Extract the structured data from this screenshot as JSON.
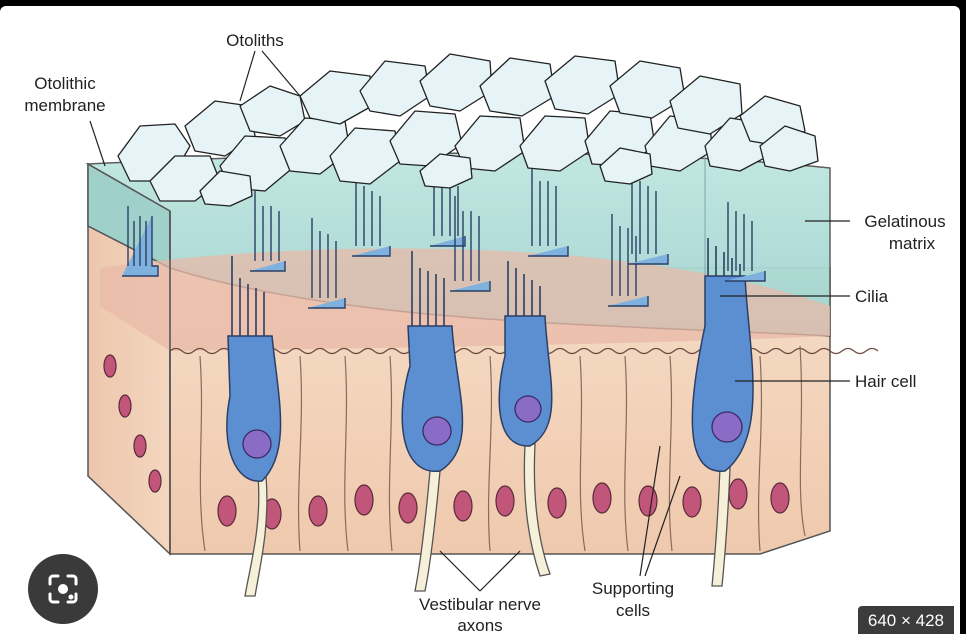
{
  "labels": {
    "otoliths": "Otoliths",
    "otolithic_1": "Otolithic",
    "otolithic_2": "membrane",
    "gelatinous_1": "Gelatinous",
    "gelatinous_2": "matrix",
    "cilia": "Cilia",
    "hair_cell": "Hair cell",
    "vestibular_1": "Vestibular nerve",
    "vestibular_2": "axons",
    "supporting_1": "Supporting",
    "supporting_2": "cells"
  },
  "overlay": {
    "dimensions": "640 × 428",
    "lens_icon": "lens-camera-icon"
  },
  "colors": {
    "hair_cell": "#5b8fd1",
    "nucleus": "#8a6cc7",
    "gel": "#a8d8d4",
    "tissue": "#f3d2b8",
    "supporting_nucleus": "#c2557a"
  }
}
